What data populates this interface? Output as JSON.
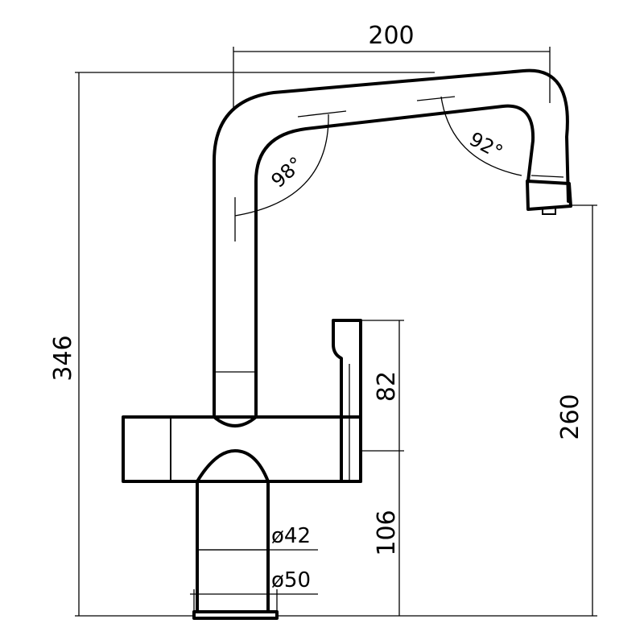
{
  "dimensions": {
    "width_top": "200",
    "height_total": "346",
    "spout_height": "260",
    "lever_height": "82",
    "base_height": "106",
    "diameter_42": "ø42",
    "diameter_50": "ø50"
  },
  "angles": {
    "left_bend": "98°",
    "right_bend": "92°"
  }
}
